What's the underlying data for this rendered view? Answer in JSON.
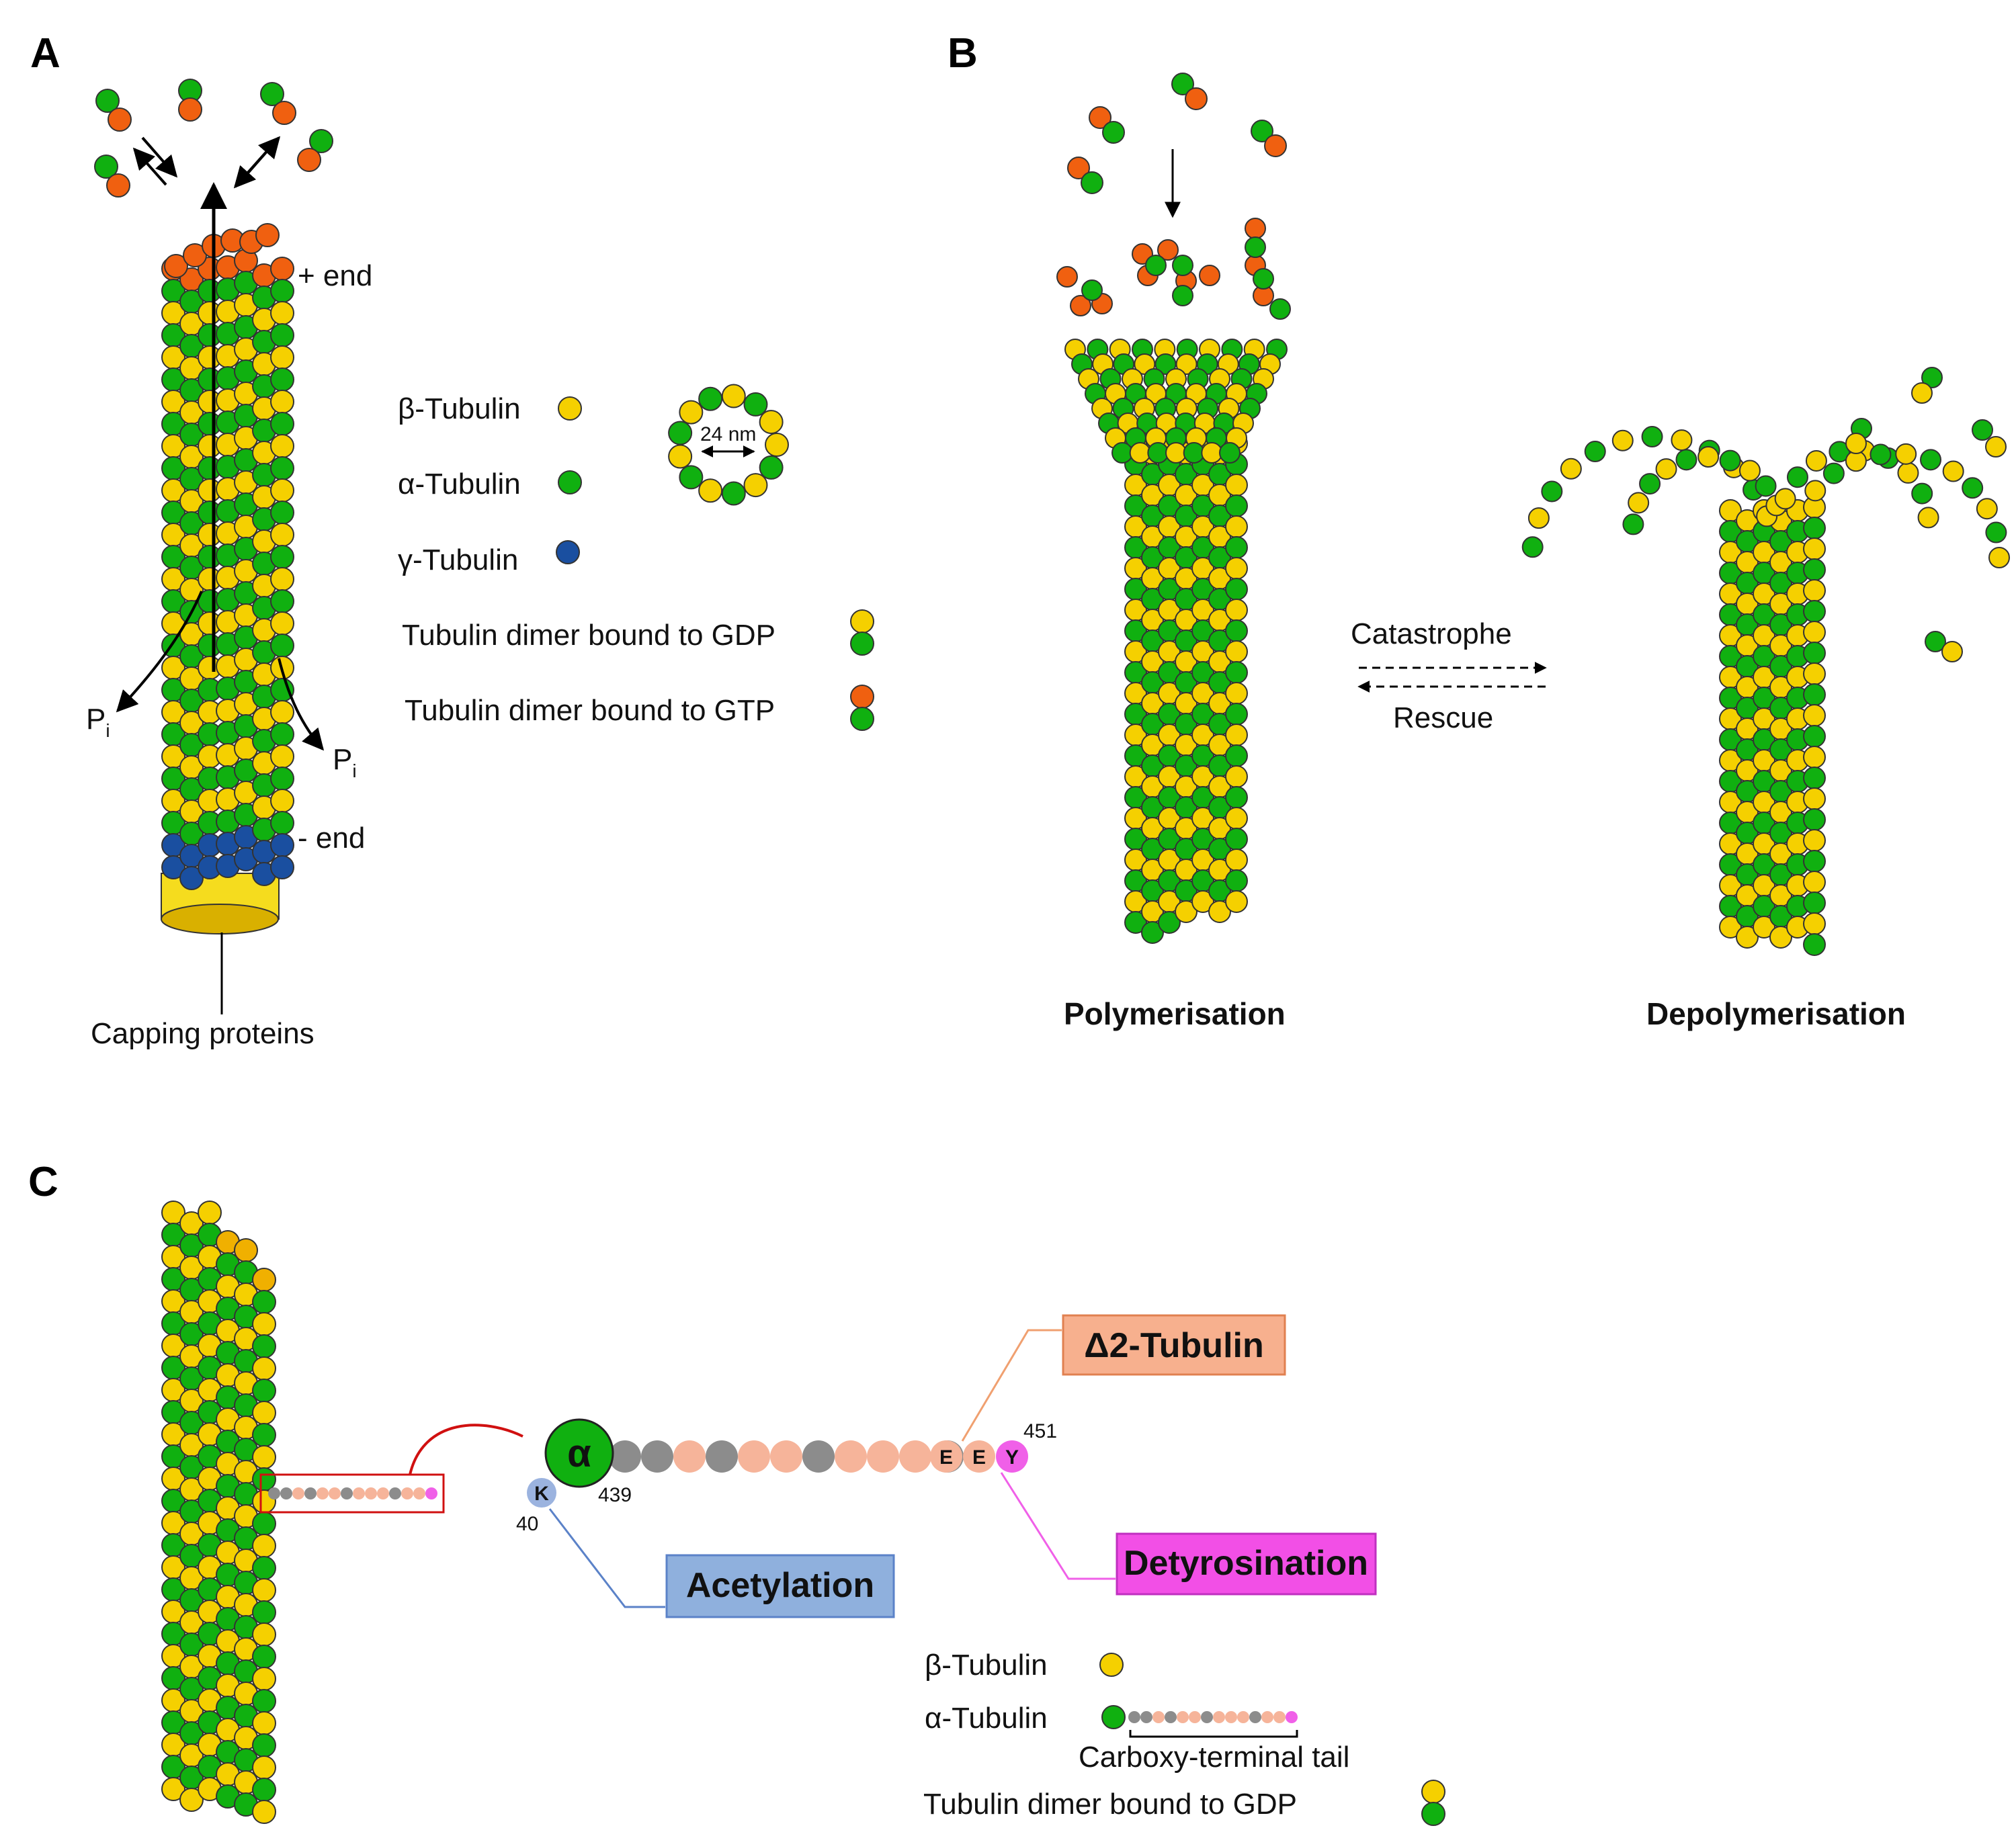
{
  "colors": {
    "beta_tubulin": "#f5d000",
    "alpha_tubulin": "#10b010",
    "gamma_tubulin": "#1a4fa0",
    "gtp_cap": "#f06010",
    "cap_protein": "#e8c000",
    "tail_grey": "#8c8c8c",
    "tail_salmon": "#f6b49a",
    "acetylation_box": "#8fb0dd",
    "delta2_box": "#f7b08e",
    "detyrosination_box": "#f24fe6",
    "lysine": "#9bb3df",
    "tyrosine": "#f060e8"
  },
  "panelA": {
    "letter": "A",
    "plus_end": "+ end",
    "minus_end": "- end",
    "phosphate": "P",
    "phosphate_sub": "i",
    "capping": "Capping proteins",
    "legend": [
      {
        "label": "β-Tubulin",
        "icon": "beta-tubulin-icon"
      },
      {
        "label": "α-Tubulin",
        "icon": "alpha-tubulin-icon"
      },
      {
        "label": "γ-Tubulin",
        "icon": "gamma-tubulin-icon"
      },
      {
        "label": "Tubulin dimer bound to GDP",
        "icon": "gdp-dimer-icon"
      },
      {
        "label": "Tubulin dimer bound to GTP",
        "icon": "gtp-dimer-icon"
      }
    ],
    "ring_diameter": "24 nm"
  },
  "panelB": {
    "letter": "B",
    "catastrophe": "Catastrophe",
    "rescue": "Rescue",
    "polymerisation": "Polymerisation",
    "depolymerisation": "Depolymerisation"
  },
  "panelC": {
    "letter": "C",
    "alpha_symbol": "α",
    "residue_k": "K",
    "residue_e1": "E",
    "residue_e2": "E",
    "residue_y": "Y",
    "num_40": "40",
    "num_439": "439",
    "num_451": "451",
    "delta2": "Δ2-Tubulin",
    "acetylation": "Acetylation",
    "detyrosination": "Detyrosination",
    "legend_beta": "β-Tubulin",
    "legend_alpha": "α-Tubulin",
    "carboxy_tail": "Carboxy-terminal  tail",
    "legend_gdp": "Tubulin  dimer bound to GDP"
  }
}
